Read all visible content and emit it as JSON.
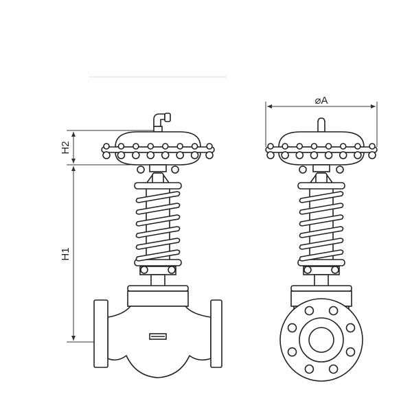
{
  "dimensions": {
    "h1_label": "H1",
    "h2_label": "H2",
    "diameter_label": "⌀A"
  },
  "colors": {
    "line": "#222222",
    "background": "#ffffff"
  }
}
